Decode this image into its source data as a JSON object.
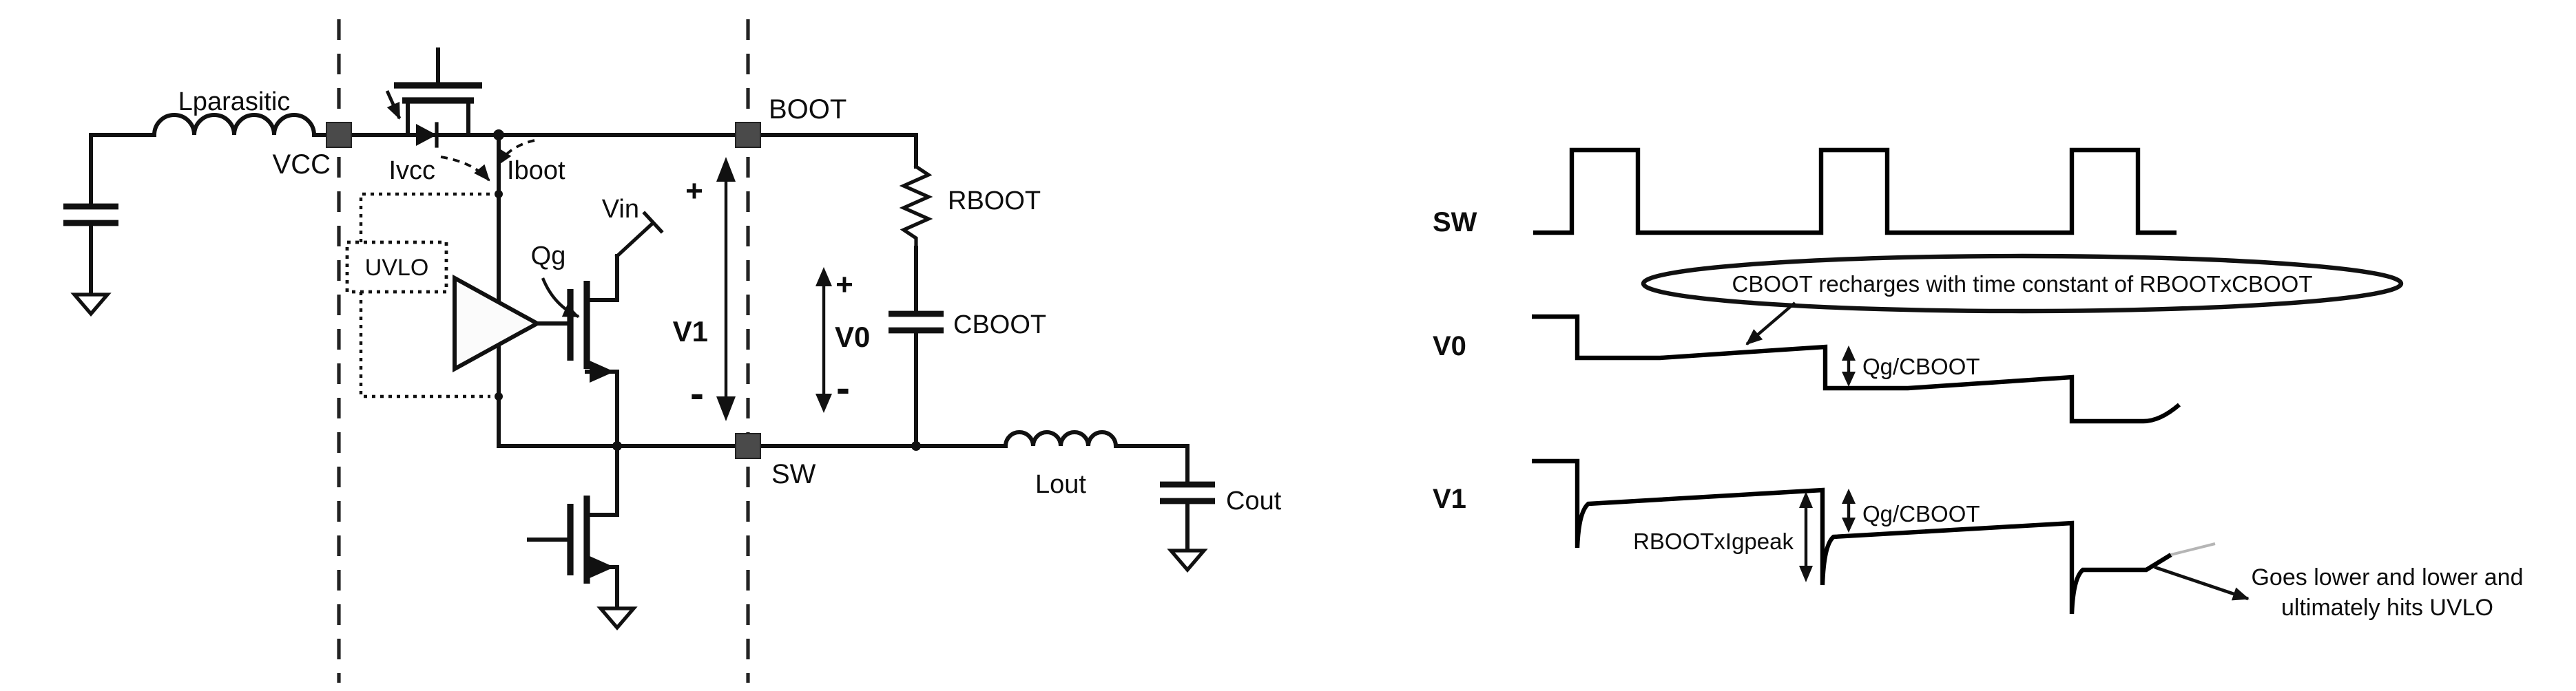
{
  "colors": {
    "ink": "#111111",
    "node_fill": "#4a4a4a",
    "background": "#ffffff"
  },
  "circuit": {
    "labels": {
      "lparasitic": "Lparasitic",
      "vcc": "VCC",
      "ivcc": "Ivcc",
      "iboot": "Iboot",
      "uvlo": "UVLO",
      "qg": "Qg",
      "vin": "Vin",
      "boot": "BOOT",
      "sw": "SW",
      "rboot": "RBOOT",
      "cboot": "CBOOT",
      "lout": "Lout",
      "cout": "Cout"
    },
    "v1_measure": {
      "plus": "+",
      "name": "V1",
      "minus": "-"
    },
    "v0_measure": {
      "plus": "+",
      "name": "V0",
      "minus": "-"
    }
  },
  "waveforms": {
    "sw_label": "SW",
    "v0_label": "V0",
    "v1_label": "V1",
    "annotations": {
      "cboot_recharge": "CBOOT recharges with time constant of RBOOTxCBOOT",
      "v0_step": "Qg/CBOOT",
      "v1_step": "Qg/CBOOT",
      "v1_dip": "RBOOTxIgpeak",
      "uvlo_note_line1": "Goes lower and lower and",
      "uvlo_note_line2": "ultimately hits UVLO"
    }
  }
}
